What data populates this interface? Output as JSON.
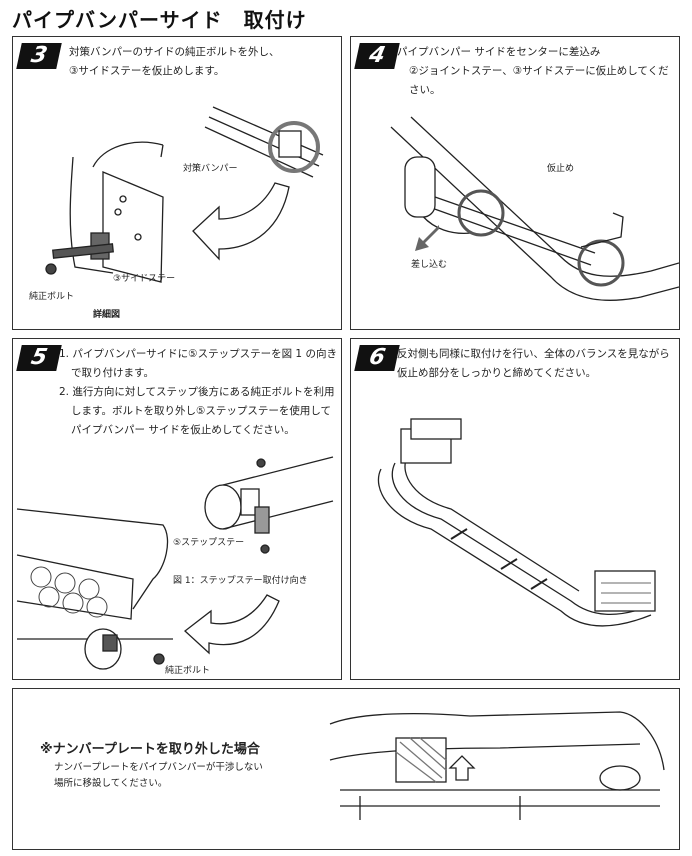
{
  "title": "パイプバンパーサイド　取付け",
  "step3": {
    "number": "3",
    "line1": "対策バンパーのサイドの純正ボルトを外し、",
    "line2": "③サイドステーを仮止めします。",
    "label_bumper": "対策バンパー",
    "label_side_stay": "③サイドステー",
    "label_bolt": "純正ボルト",
    "label_detail": "詳細図"
  },
  "step4": {
    "number": "4",
    "line1": "パイプバンパー サイドをセンターに差込み",
    "line2": "②ジョイントステー、③サイドステーに仮止めしてください。",
    "label_temp": "仮止め",
    "label_insert": "差し込む"
  },
  "step5": {
    "number": "5",
    "line1": "1. パイプバンパーサイドに⑤ステップステーを図 1 の向き",
    "line2": "で取り付けます。",
    "line3": "2. 進行方向に対してステップ後方にある純正ボルトを利用",
    "line4": "します。ボルトを取り外し⑤ステップステーを使用して",
    "line5": "パイプバンパー サイドを仮止めしてください。",
    "label_step_stay": "⑤ステップステー",
    "label_fig": "図 1：ステップステー取付け向き",
    "label_bolt": "純正ボルト"
  },
  "step6": {
    "number": "6",
    "line1": "反対側も同様に取付けを行い、全体のバランスを見ながら",
    "line2": "仮止め部分をしっかりと締めてください。"
  },
  "note": {
    "title": "※ナンバープレートを取り外した場合",
    "line1": "ナンバープレートをパイプバンパーが干渉しない",
    "line2": "場所に移設してください。"
  }
}
